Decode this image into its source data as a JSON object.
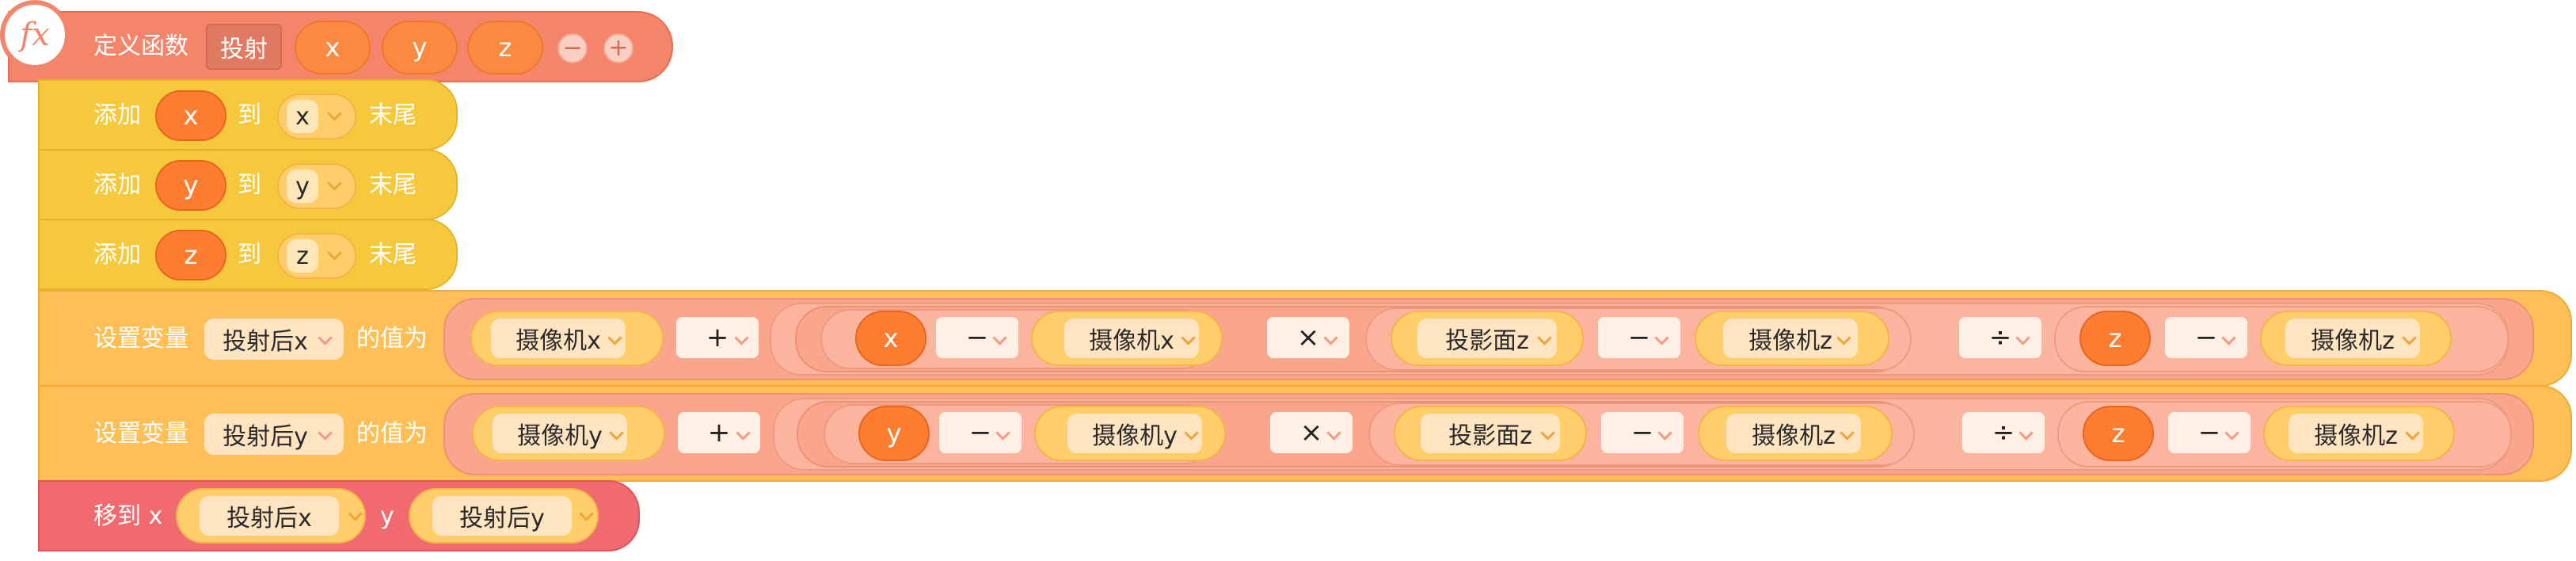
{
  "define": {
    "keyword": "定义函数",
    "name": "投射",
    "params": [
      "x",
      "y",
      "z"
    ],
    "minus_btn": "−",
    "plus_btn": "+"
  },
  "fx_icon": "fx",
  "add_blocks": [
    {
      "prefix": "添加",
      "item": "x",
      "to": "到",
      "list": "x",
      "suffix": "末尾"
    },
    {
      "prefix": "添加",
      "item": "y",
      "to": "到",
      "list": "y",
      "suffix": "末尾"
    },
    {
      "prefix": "添加",
      "item": "z",
      "to": "到",
      "list": "z",
      "suffix": "末尾"
    }
  ],
  "set_blocks": [
    {
      "prefix": "设置变量",
      "var": "投射后x",
      "mid": "的值为",
      "camera": "摄像机x",
      "plus": "+",
      "param": "x",
      "minus1": "−",
      "camera2": "摄像机x",
      "times": "×",
      "plane": "投影面z",
      "minus2": "−",
      "camera_z": "摄像机z",
      "div": "÷",
      "param_z": "z",
      "minus3": "−",
      "camera_z2": "摄像机z"
    },
    {
      "prefix": "设置变量",
      "var": "投射后y",
      "mid": "的值为",
      "camera": "摄像机y",
      "plus": "+",
      "param": "y",
      "minus1": "−",
      "camera2": "摄像机y",
      "times": "×",
      "plane": "投影面z",
      "minus2": "−",
      "camera_z": "摄像机z",
      "div": "÷",
      "param_z": "z",
      "minus3": "−",
      "camera_z2": "摄像机z"
    }
  ],
  "move": {
    "prefix": "移到 x",
    "x_var": "投射后x",
    "y_label": "y",
    "y_var": "投射后y"
  },
  "colors": {
    "define": "#f4856b",
    "list": "#f6c93c",
    "variable": "#ffbf57",
    "motion": "#f06a6f",
    "param": "#ff7d31"
  }
}
